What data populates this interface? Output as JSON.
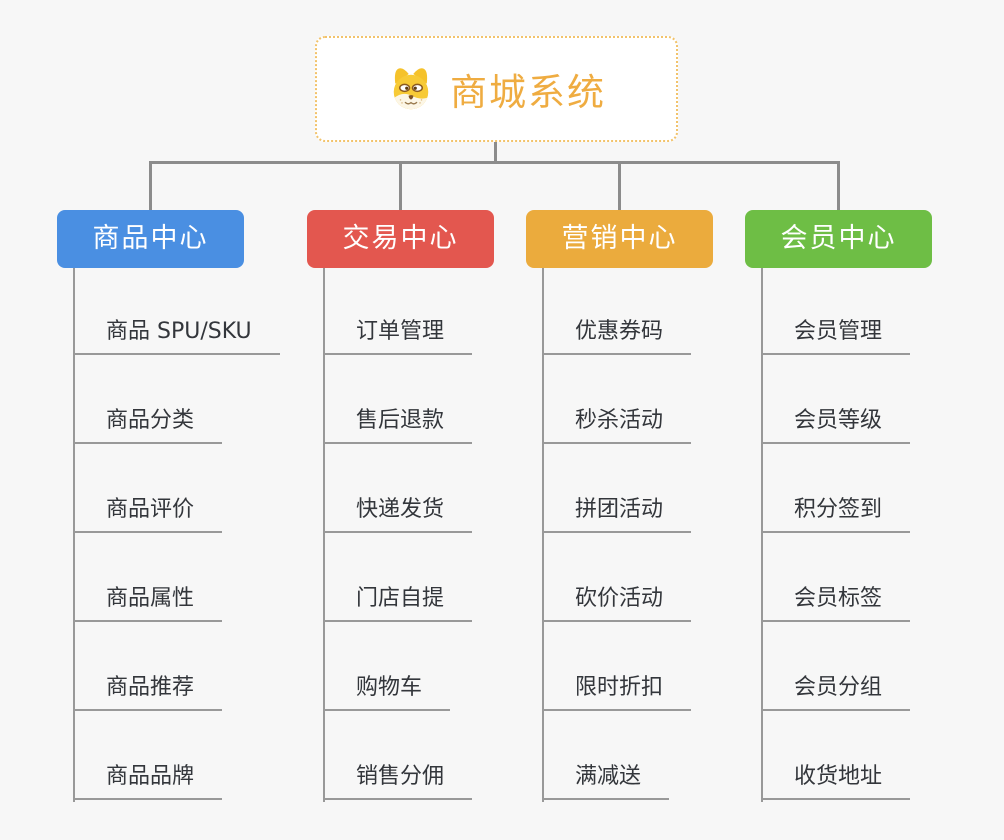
{
  "root": {
    "title": "商城系统",
    "icon": "dog-face-icon"
  },
  "branches": [
    {
      "id": "product-center",
      "label": "商品中心",
      "color": "#4A8FE2",
      "items": [
        "商品 SPU/SKU",
        "商品分类",
        "商品评价",
        "商品属性",
        "商品推荐",
        "商品品牌"
      ]
    },
    {
      "id": "trade-center",
      "label": "交易中心",
      "color": "#E3574F",
      "items": [
        "订单管理",
        "售后退款",
        "快递发货",
        "门店自提",
        "购物车",
        "销售分佣"
      ]
    },
    {
      "id": "marketing-center",
      "label": "营销中心",
      "color": "#EBAB3D",
      "items": [
        "优惠券码",
        "秒杀活动",
        "拼团活动",
        "砍价活动",
        "限时折扣",
        "满减送"
      ]
    },
    {
      "id": "member-center",
      "label": "会员中心",
      "color": "#6EBE45",
      "items": [
        "会员管理",
        "会员等级",
        "积分签到",
        "会员标签",
        "会员分组",
        "收货地址"
      ]
    }
  ],
  "colors": {
    "background": "#F7F7F7",
    "connector": "#8C8C8C",
    "leaf_connector": "#999999",
    "root_accent": "#EFAC41",
    "root_border": "#F2C36B",
    "item_text": "#33363B"
  }
}
